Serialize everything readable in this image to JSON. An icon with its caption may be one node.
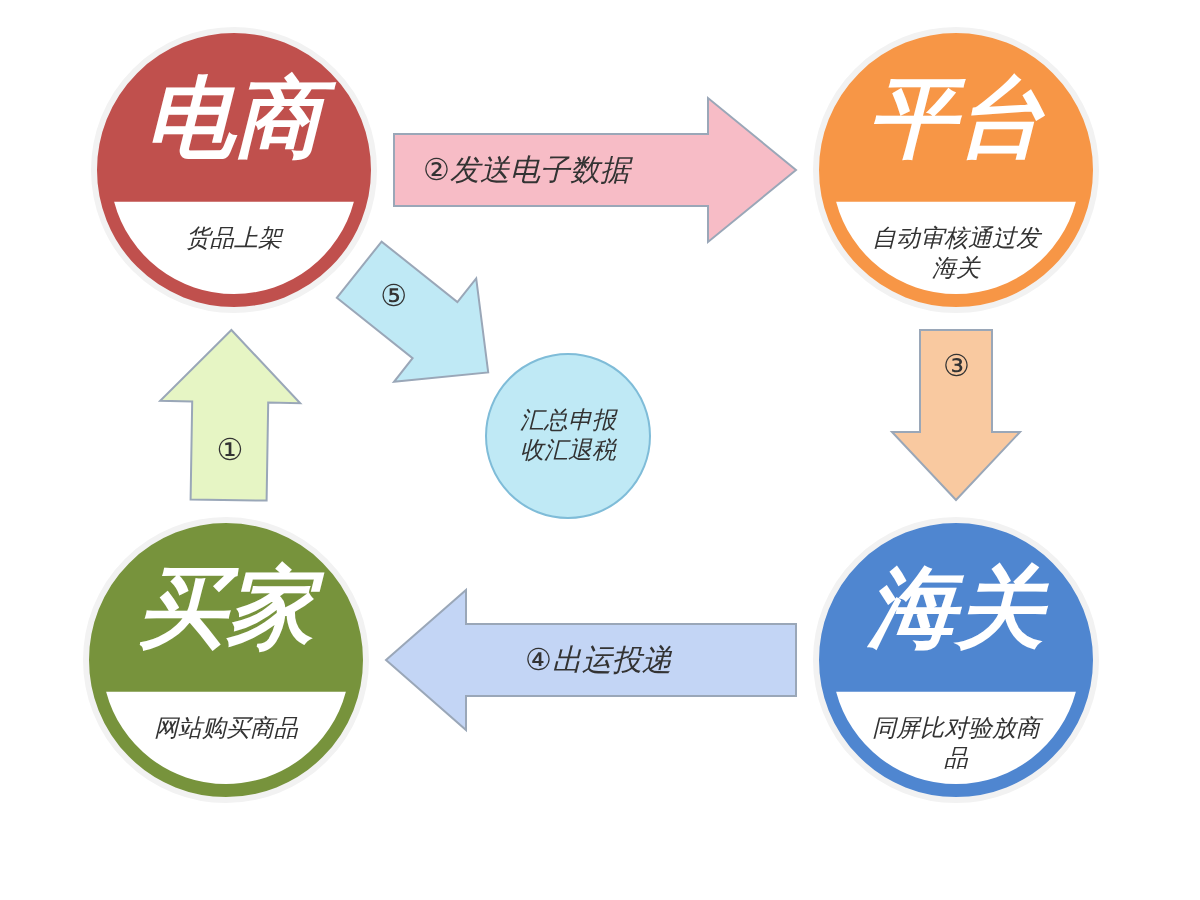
{
  "diagram": {
    "nodes": [
      {
        "text": [
          "电商",
          "货品上架"
        ]
      },
      {
        "text": [
          "平台",
          "自动审核通过发海关"
        ]
      },
      {
        "text": [
          "汇总申报收汇退税"
        ]
      },
      {
        "text": [
          "买家",
          "网站购买商品"
        ]
      },
      {
        "text": [
          "海关",
          "同屏比对验放商品"
        ]
      }
    ],
    "edges": [
      {
        "from": 0,
        "to": 1,
        "arrow": "to",
        "label": "②发送电子数据",
        "color": "#f7bcc6"
      },
      {
        "from": 0,
        "to": 2,
        "arrow": "to",
        "label": "⑤",
        "color": "#bfe9f5"
      },
      {
        "from": 1,
        "to": 4,
        "arrow": "to",
        "label": "③",
        "color": "#f9c9a0"
      },
      {
        "from": 4,
        "to": 3,
        "arrow": "to",
        "label": "④出运投递",
        "color": "#c3d5f5"
      },
      {
        "from": 3,
        "to": 0,
        "arrow": "to",
        "label": "①",
        "color": "#e6f5c4"
      }
    ]
  }
}
